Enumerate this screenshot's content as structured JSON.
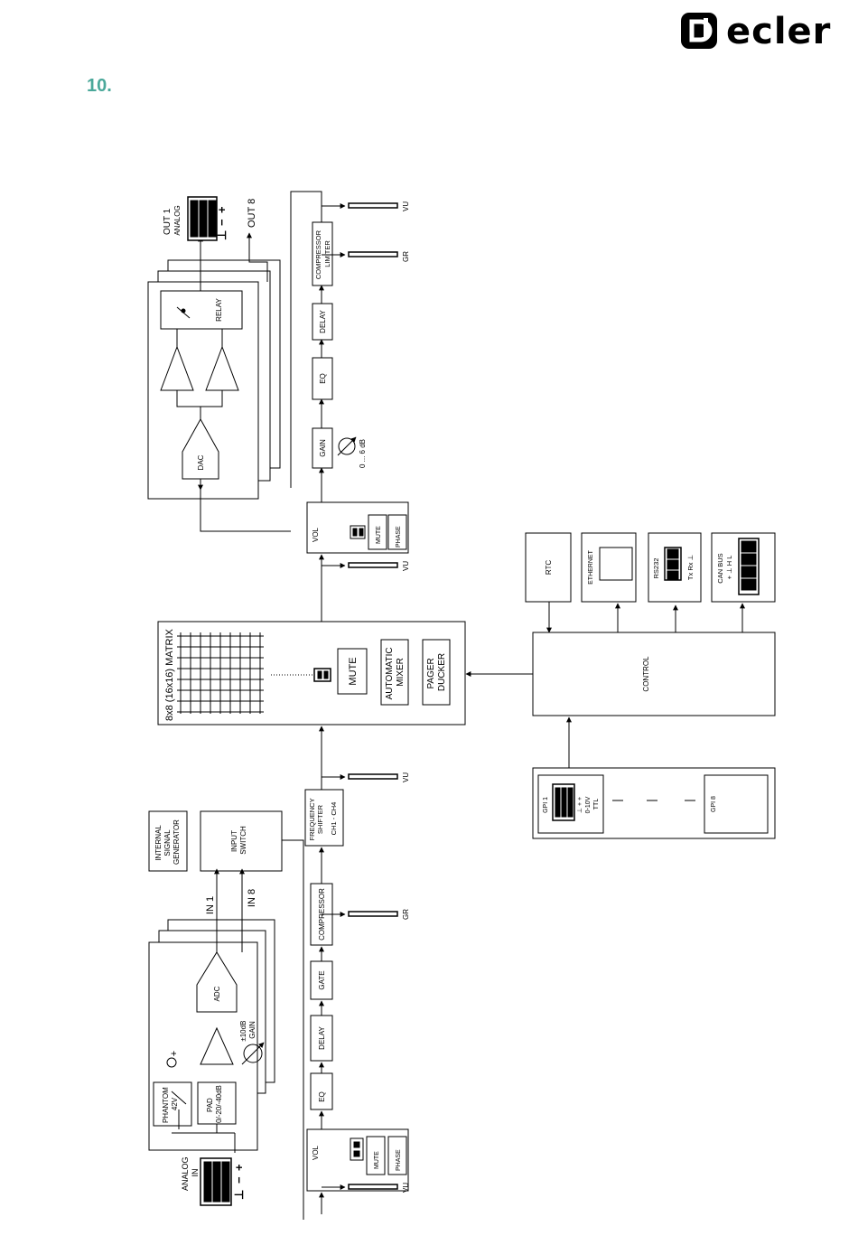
{
  "header": {
    "section_number": "10.",
    "logo_text": "ecler",
    "logo_color": "#000000",
    "accent_color": "#4aa89a"
  },
  "diagram": {
    "input": {
      "analog_in": [
        "ANALOG",
        "IN"
      ],
      "terminal_marks": [
        "+",
        "−",
        "⊥"
      ],
      "phantom": [
        "PHANTOM",
        "42V"
      ],
      "pad": [
        "PAD",
        "0/-20/-40dB"
      ],
      "gain": [
        "±10dB",
        "GAIN"
      ],
      "adc": "ADC",
      "plus_sign": "+",
      "in1": "IN 1",
      "in8": "IN 8",
      "internal_gen": [
        "INTERNAL",
        "SIGNAL",
        "GENERATOR"
      ],
      "input_switch": [
        "INPUT",
        "SWITCH"
      ],
      "vol": "VOL",
      "mute": "MUTE",
      "phase": "PHASE",
      "eq": "EQ",
      "delay": "DELAY",
      "gate": "GATE",
      "compressor": "COMPRESSOR",
      "freq_shifter": [
        "FREQUENCY",
        "SHIFTER",
        "CH1 - CH4"
      ],
      "vu": "VU",
      "gr": "GR"
    },
    "matrix": {
      "title": "8x8 (16x16) MATRIX",
      "mute": "MUTE",
      "auto_mixer": [
        "AUTOMATIC",
        "MIXER"
      ],
      "pager": [
        "PAGER",
        "DUCKER"
      ]
    },
    "output": {
      "vol": "VOL",
      "mute": "MUTE",
      "phase": "PHASE",
      "gain": "GAIN",
      "gain_range": "0 ... 6 dB",
      "eq": "EQ",
      "delay": "DELAY",
      "comp_limiter": [
        "COMPRESSOR",
        "LIMITER"
      ],
      "vu": "VU",
      "gr": "GR",
      "dac": "DAC",
      "relay": "RELAY",
      "out1": [
        "OUT 1",
        "ANALOG"
      ],
      "out8": "OUT 8",
      "terminal_marks": [
        "+",
        "−",
        "⊥"
      ]
    },
    "control": {
      "control": "CONTROL",
      "rtc": "RTC",
      "ethernet": "ETHERNET",
      "rs232": [
        "RS232",
        "Tx  Rx  ⊥"
      ],
      "canbus": [
        "CAN BUS",
        "+ ⊥ H  L"
      ],
      "gpi1": [
        "GPI 1",
        "⊥ + +",
        "0-10V",
        "TTL"
      ],
      "gpi8": "GPI 8"
    }
  }
}
